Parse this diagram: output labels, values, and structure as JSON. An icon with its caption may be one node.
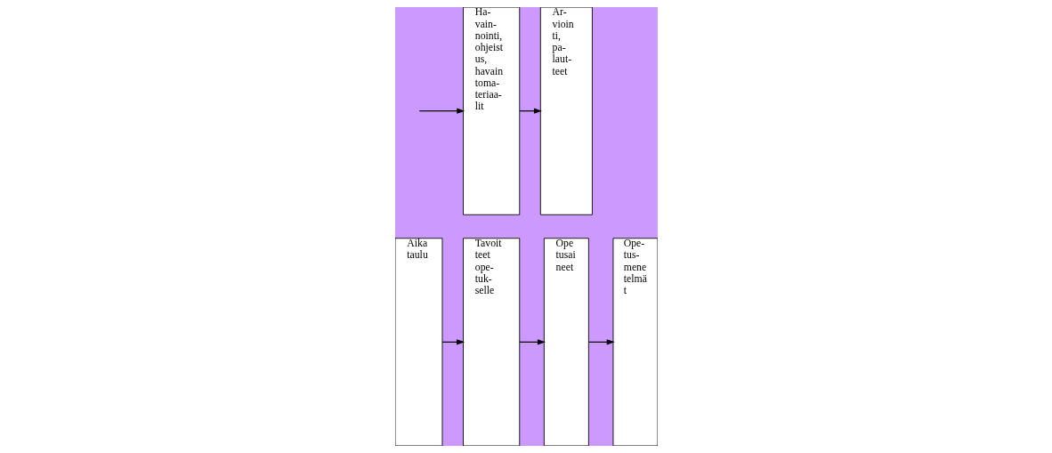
{
  "diagram": {
    "nodes": [
      {
        "text": [
          "Aika taulu"
        ]
      },
      {
        "text": [
          "Tavoit teet ope- tuk- selle"
        ]
      },
      {
        "text": [
          "Ope tusai neet"
        ]
      },
      {
        "text": [
          "Ope- tus- mene telmä t"
        ]
      },
      {
        "text": [
          "Ha- vain- nointi, ohjeist us, havain toma- teriaa- lit"
        ]
      },
      {
        "text": [
          "Ar- vioin ti, pa- laut- teet"
        ]
      }
    ],
    "edges": [
      {
        "from": 0,
        "to": 1,
        "arrow": "to"
      },
      {
        "from": 1,
        "to": 2,
        "arrow": "to"
      },
      {
        "from": 2,
        "to": 3,
        "arrow": "to"
      },
      {
        "from": null,
        "to": 4,
        "arrow": "to"
      },
      {
        "from": 4,
        "to": 5,
        "arrow": "to"
      }
    ]
  }
}
